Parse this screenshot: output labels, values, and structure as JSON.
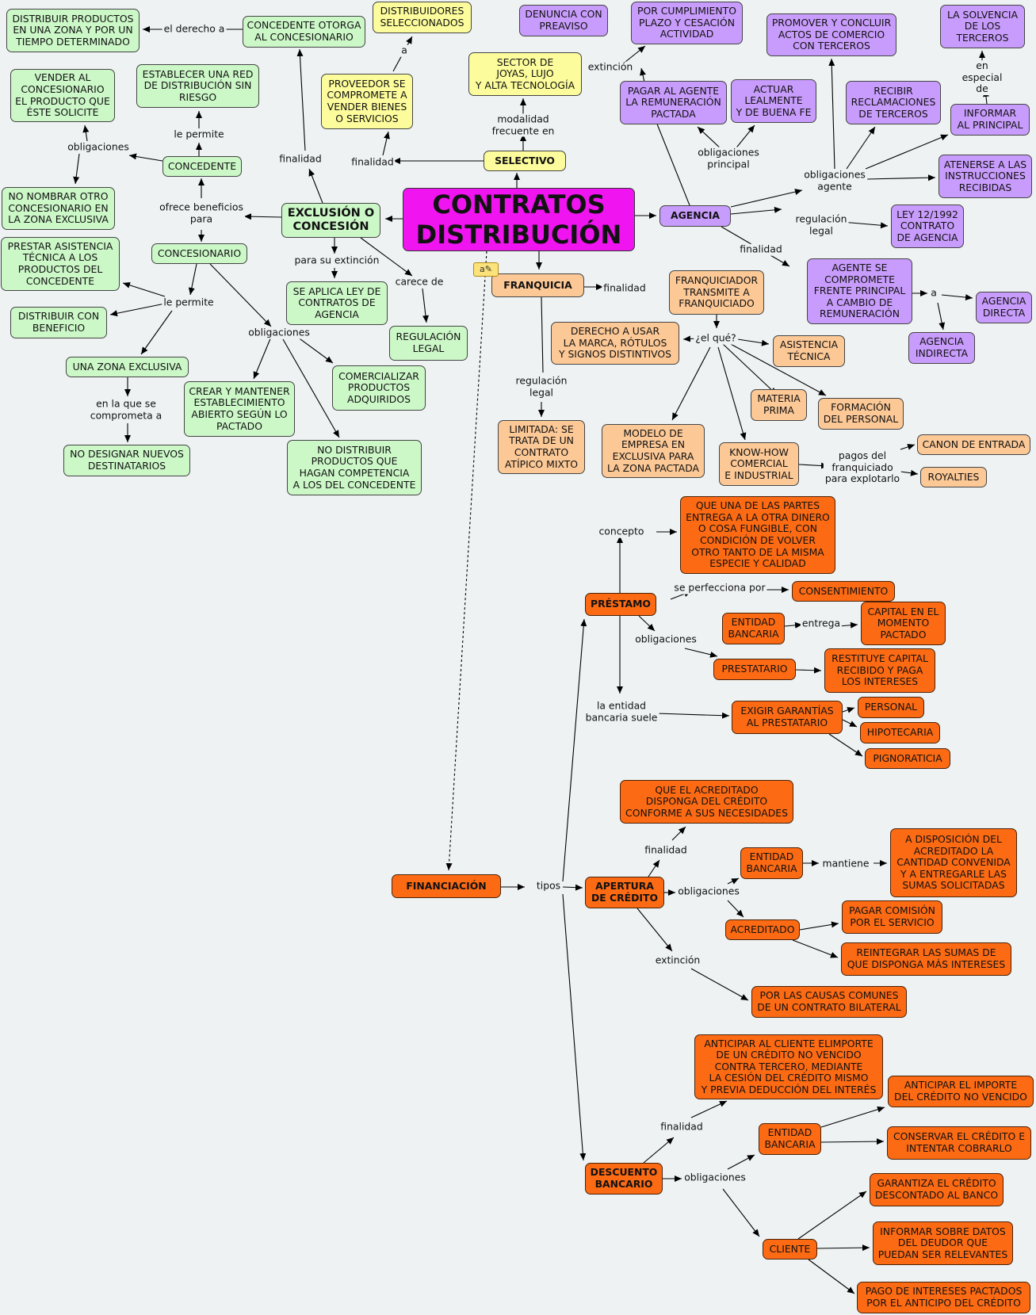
{
  "nodes": {
    "main": "CONTRATOS\nDISTRIBUCIÓN",
    "exclusion": "EXCLUSIÓN O\nCONCESIÓN",
    "selectivo": "SELECTIVO",
    "agencia": "AGENCIA",
    "franquicia": "FRANQUICIA",
    "financiacion": "FINANCIACIÓN",
    "distribuir_zona": "DISTRIBUIR PRODUCTOS\nEN UNA ZONA Y POR UN\nTIEMPO DETERMINADO",
    "concedente_otorga": "CONCEDENTE OTORGA\nAL CONCESIONARIO",
    "distribuidores_sel": "DISTRIBUIDORES\nSELECCIONADOS",
    "vender_conc": "VENDER AL\nCONCESIONARIO\nEL PRODUCTO QUE\nÉSTE SOLICITE",
    "establecer_red": "ESTABLECER UNA RED\nDE DISTRIBUCIÓN SIN\nRIESGO",
    "proveedor": "PROVEEDOR SE\nCOMPROMETE A\nVENDER BIENES\nO SERVICIOS",
    "sector_joyas": "SECTOR DE\nJOYAS, LUJO\nY ALTA TECNOLOGÍA",
    "concedente": "CONCEDENTE",
    "no_nombrar": "NO NOMBRAR OTRO\nCONCESIONARIO EN\nLA ZONA EXCLUSIVA",
    "concesionario": "CONCESIONARIO",
    "prestar_asist": "PRESTAR ASISTENCIA\nTÉCNICA A LOS\nPRODUCTOS DEL\nCONCEDENTE",
    "distribuir_benef": "DISTRIBUIR CON\nBENEFICIO",
    "zona_exclusiva": "UNA ZONA EXCLUSIVA",
    "no_designar": "NO DESIGNAR NUEVOS\nDESTINATARIOS",
    "crear_mantener": "CREAR Y MANTENER\nESTABLECIMIENTO\nABIERTO SEGÚN LO\nPACTADO",
    "se_aplica": "SE APLICA LEY DE\nCONTRATOS DE\nAGENCIA",
    "comercializar": "COMERCIALIZAR\nPRODUCTOS\nADQUIRIDOS",
    "regulacion_legal": "REGULACIÓN\nLEGAL",
    "no_distribuir": "NO DISTRIBUIR\nPRODUCTOS QUE\nHAGAN COMPETENCIA\nA LOS DEL CONCEDENTE",
    "denuncia": "DENUNCIA CON\nPREAVISO",
    "por_cumplimiento": "POR CUMPLIMIENTO\nPLAZO Y CESACIÓN\nACTIVIDAD",
    "promover": "PROMOVER Y CONCLUIR\nACTOS DE COMERCIO\nCON TERCEROS",
    "solvencia": "LA SOLVENCIA\nDE LOS\nTERCEROS",
    "pagar_agente": "PAGAR AL AGENTE\nLA REMUNERACIÓN\nPACTADA",
    "actuar_lealmente": "ACTUAR\nLEALMENTE\nY DE BUENA FE",
    "recibir_recl": "RECIBIR\nRECLAMACIONES\nDE TERCEROS",
    "informar_principal": "INFORMAR\nAL PRINCIPAL",
    "atenerse": "ATENERSE A LAS\nINSTRUCCIONES\nRECIBIDAS",
    "ley_12": "LEY 12/1992\nCONTRATO\nDE AGENCIA",
    "agente_compromete": "AGENTE SE\nCOMPROMETE\nFRENTE PRINCIPAL\nA CAMBIO DE\nREMUNERACIÓN",
    "agencia_directa": "AGENCIA\nDIRECTA",
    "agencia_indirecta": "AGENCIA\nINDIRECTA",
    "franquiciador": "FRANQUICIADOR\nTRANSMITE A\nFRANQUICIADO",
    "derecho_usar": "DERECHO A USAR\nLA MARCA, RÓTULOS\nY SIGNOS DISTINTIVOS",
    "asistencia_tecnica": "ASISTENCIA\nTÉCNICA",
    "materia_prima": "MATERIA\nPRIMA",
    "formacion": "FORMACIÓN\nDEL PERSONAL",
    "limitada": "LIMITADA: SE\nTRATA DE UN\nCONTRATO\nATÍPICO MIXTO",
    "modelo_empresa": "MODELO DE\nEMPRESA EN\nEXCLUSIVA PARA\nLA ZONA PACTADA",
    "know_how": "KNOW-HOW\nCOMERCIAL\nE INDUSTRIAL",
    "canon": "CANON DE ENTRADA",
    "royalties": "ROYALTIES",
    "que_una_partes": "QUE UNA DE LAS PARTES\nENTREGA A LA OTRA DINERO\nO COSA FUNGIBLE, CON\nCONDICIÓN DE VOLVER\nOTRO TANTO DE LA MISMA\nESPECIE Y CALIDAD",
    "prestamo": "PRÉSTAMO",
    "consentimiento": "CONSENTIMIENTO",
    "entidad_bancaria_1": "ENTIDAD\nBANCARIA",
    "capital_momento": "CAPITAL EN EL\nMOMENTO\nPACTADO",
    "prestatario": "PRESTATARIO",
    "restituye": "RESTITUYE CAPITAL\nRECIBIDO Y PAGA\nLOS INTERESES",
    "exigir_garantias": "EXIGIR GARANTÍAS\nAL PRESTATARIO",
    "personal": "PERSONAL",
    "hipotecaria": "HIPOTECARIA",
    "pignoraticia": "PIGNORATICIA",
    "que_acreditado": "QUE EL ACREDITADO\nDISPONGA DEL CRÉDITO\nCONFORME A SUS NECESIDADES",
    "apertura": "APERTURA\nDE CRÉDITO",
    "entidad_bancaria_2": "ENTIDAD\nBANCARIA",
    "a_disposicion": "A DISPOSICIÓN DEL\nACREDITADO LA\nCANTIDAD CONVENIDA\nY A ENTREGARLE LAS\nSUMAS SOLICITADAS",
    "acreditado": "ACREDITADO",
    "pagar_comision": "PAGAR COMISIÓN\nPOR EL SERVICIO",
    "reintegrar": "REINTEGRAR LAS SUMAS DE\nQUE DISPONGA MÁS INTERESES",
    "causas_comunes": "POR LAS CAUSAS COMUNES\nDE UN CONTRATO BILATERAL",
    "anticipar_cliente": "ANTICIPAR AL CLIENTE ELIMPORTE\nDE UN CRÉDITO NO VENCIDO\nCONTRA TERCERO, MEDIANTE\nLA CESIÓN DEL CRÉDITO MISMO\nY PREVIA DEDUCCIÓN DEL INTERÉS",
    "anticipar_importe": "ANTICIPAR EL IMPORTE\nDEL CRÉDITO NO VENCIDO",
    "entidad_bancaria_3": "ENTIDAD\nBANCARIA",
    "conservar": "CONSERVAR EL CRÉDITO E\nINTENTAR COBRARLO",
    "descuento": "DESCUENTO\nBANCARIO",
    "garantiza": "GARANTIZA EL CRÉDITO\nDESCONTADO AL BANCO",
    "cliente": "CLIENTE",
    "informar_datos": "INFORMAR SOBRE DATOS\nDEL DEUDOR QUE\nPUEDAN SER RELEVANTES",
    "pago_intereses": "PAGO DE INTERESES PACTADOS\nPOR EL ANTICIPO DEL CRÉDITO"
  },
  "labels": {
    "el_derecho_a": "el derecho a",
    "a_1": "a",
    "obligaciones_1": "obligaciones",
    "le_permite_1": "le permite",
    "finalidad_1": "finalidad",
    "finalidad_2": "finalidad",
    "modalidad": "modalidad\nfrecuente en",
    "ofrece": "ofrece beneficios\npara",
    "para_extincion": "para su extinción",
    "carece": "carece de",
    "le_permite_2": "le permite",
    "obligaciones_2": "obligaciones",
    "en_la_que": "en la que se\ncomprometa a",
    "extincion_1": "extinción",
    "en_especial": "en especial\nde",
    "oblig_principal": "obligaciones\nprincipal",
    "oblig_agente": "obligaciones\nagente",
    "regulacion_1": "regulación\nlegal",
    "finalidad_3": "finalidad",
    "a_2": "a",
    "finalidad_4": "finalidad",
    "el_que": "¿el qué?",
    "regulacion_2": "regulación\nlegal",
    "pagos": "pagos del\nfranquiciado\npara explotarlo",
    "concepto": "concepto",
    "se_perfecciona": "se perfecciona por",
    "entrega": "entrega",
    "obligaciones_3": "obligaciones",
    "la_entidad": "la entidad\nbancaria suele",
    "finalidad_5": "finalidad",
    "mantiene": "mantiene",
    "obligaciones_4": "obligaciones",
    "tipos": "tipos",
    "extincion_2": "extinción",
    "finalidad_6": "finalidad",
    "obligaciones_5": "obligaciones"
  },
  "edit_icon": "a✎"
}
